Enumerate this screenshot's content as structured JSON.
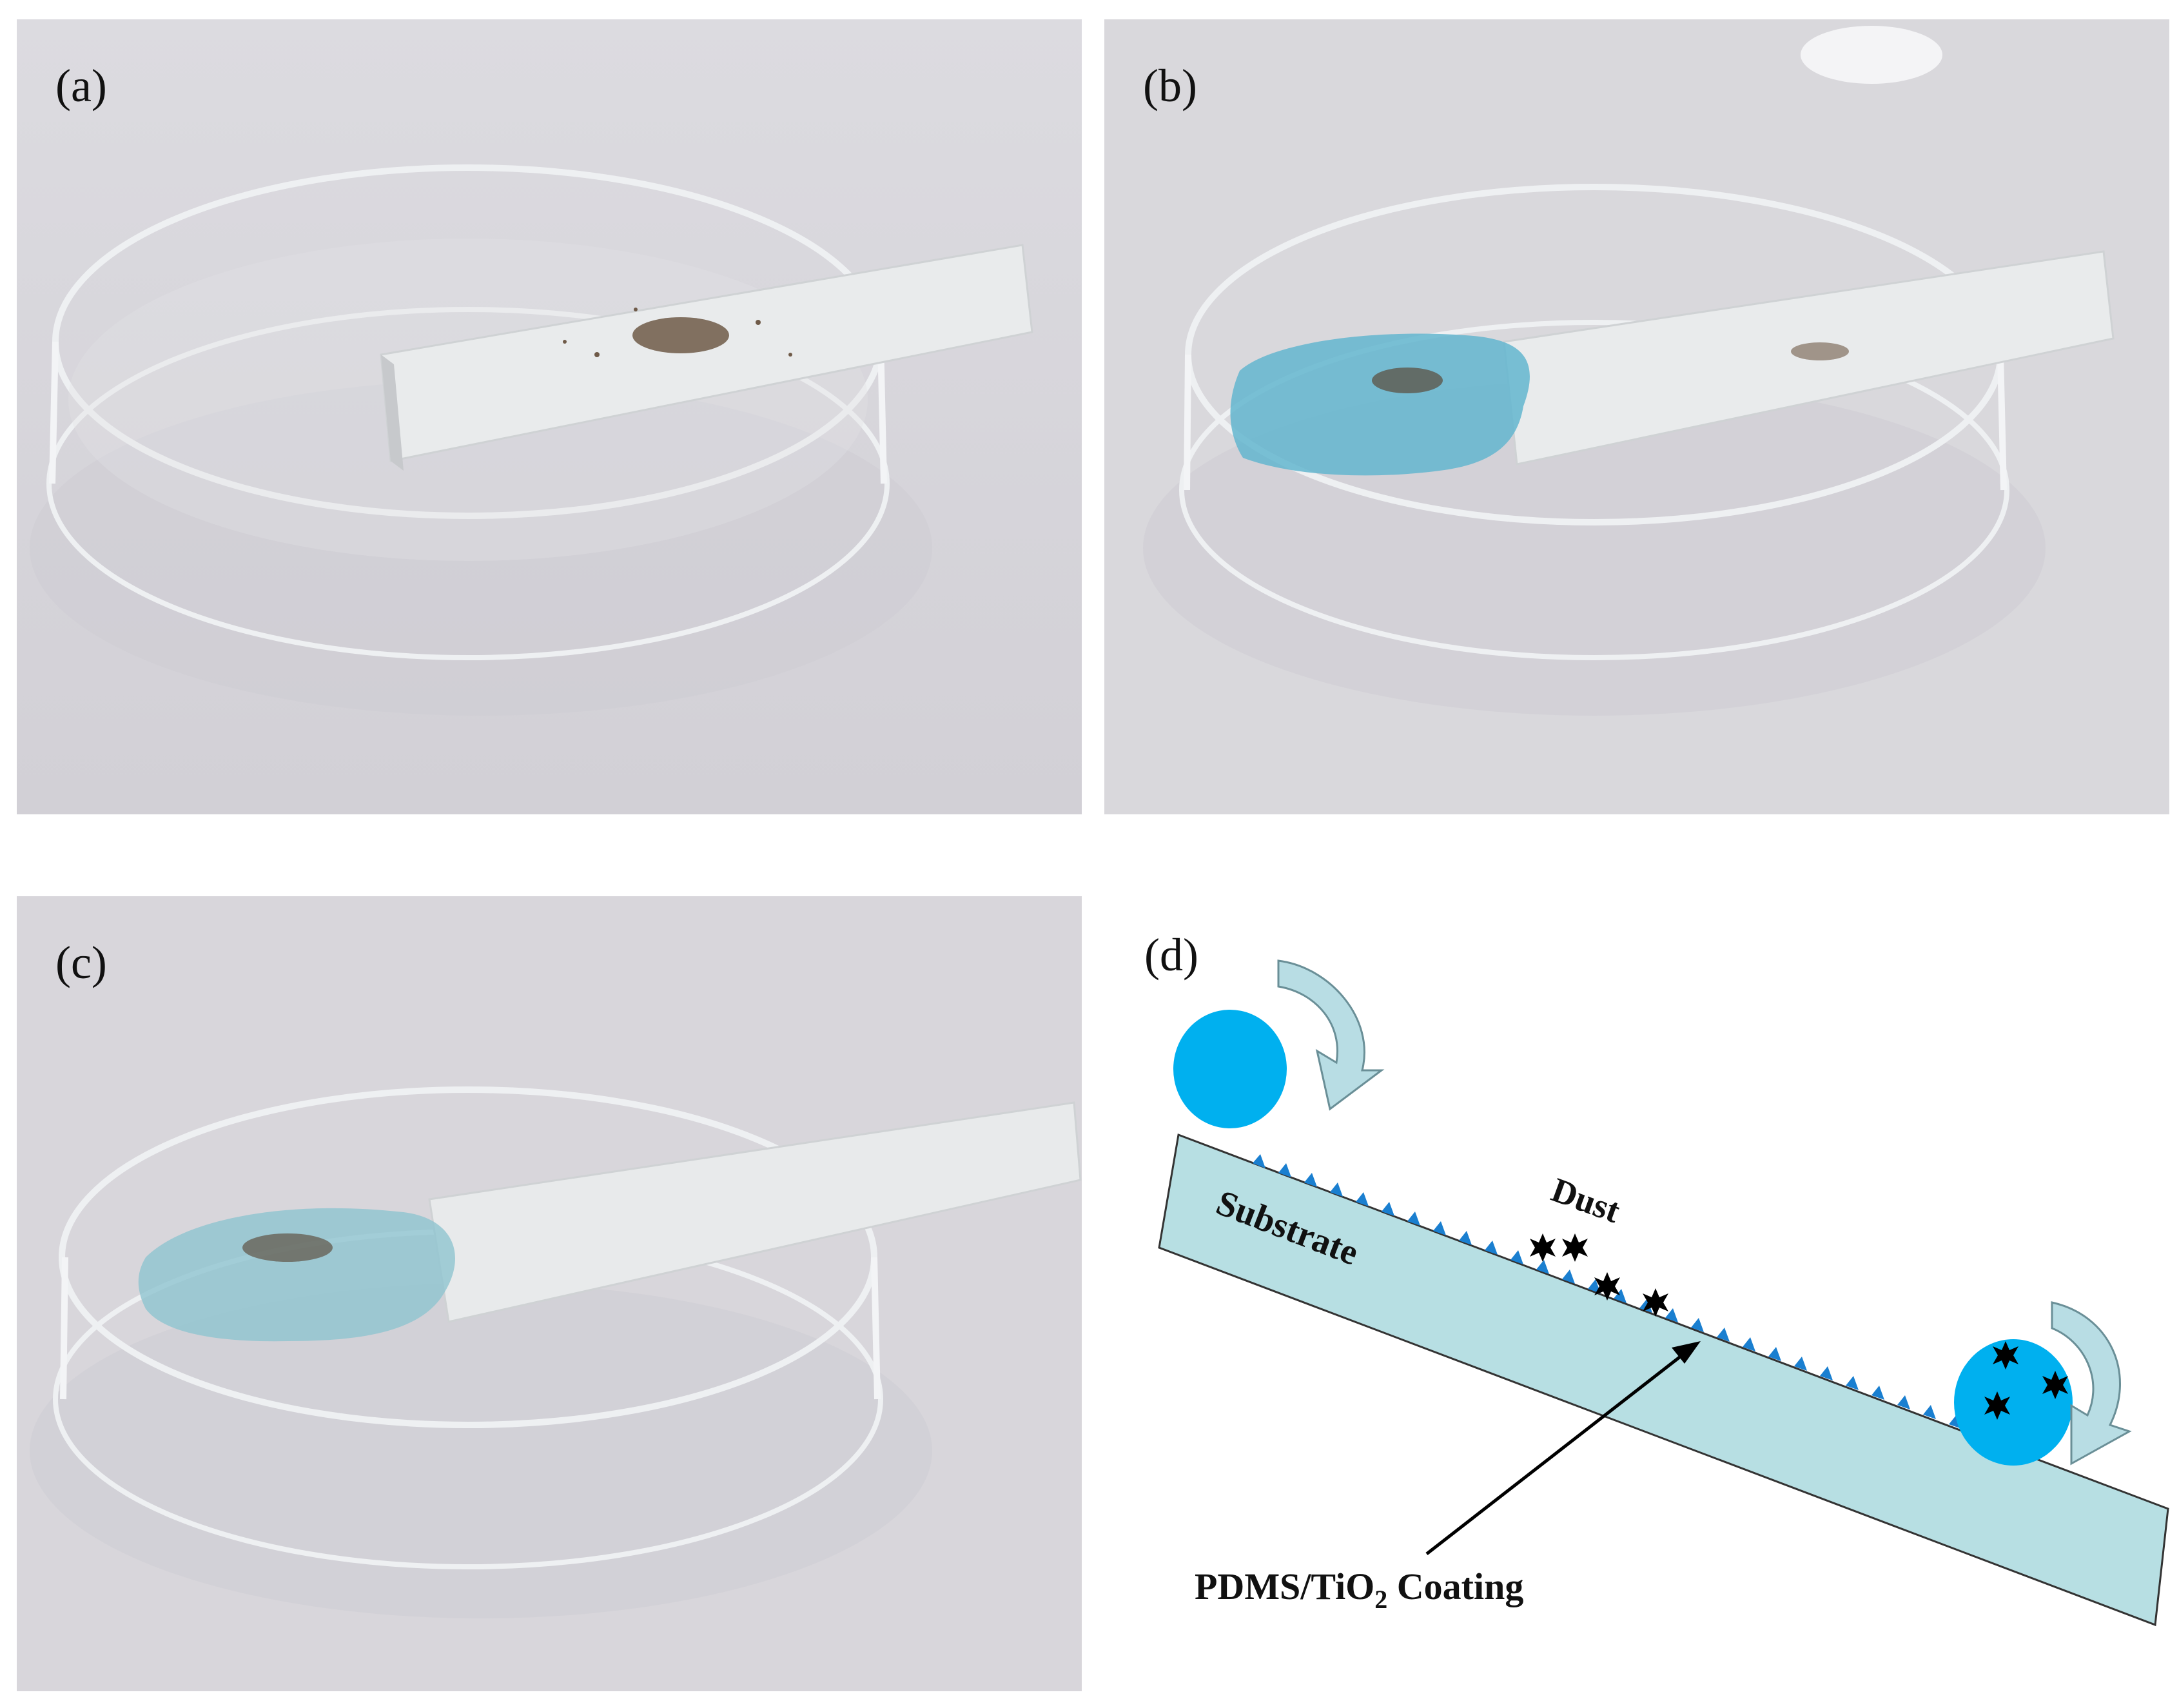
{
  "panels": {
    "a": {
      "label": "(a)"
    },
    "b": {
      "label": "(b)"
    },
    "c": {
      "label": "(c)"
    },
    "d": {
      "label": "(d)",
      "substrate_label": "Substrate",
      "dust_label": "Dust",
      "coating_label_main": "PDMS/TiO",
      "coating_label_sub": "2",
      "coating_label_end": " Coating"
    }
  },
  "colors": {
    "background_gray": "#d9d7dc",
    "droplet_blue": "#00b0ef",
    "substrate_fill": "#b7dfe3",
    "coating_teeth": "#1a7fd0",
    "curve_arrow": "#b8dde4",
    "dust_black": "#000000"
  }
}
